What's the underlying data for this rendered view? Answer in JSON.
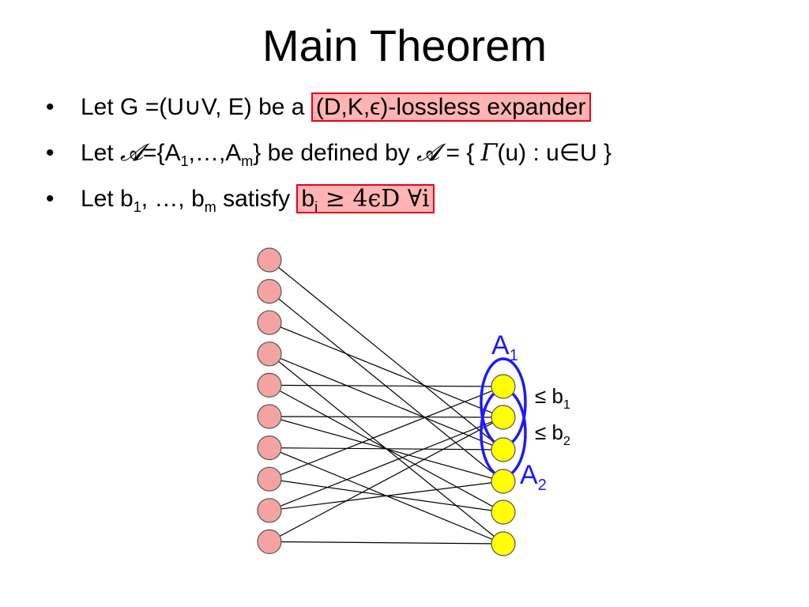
{
  "slide": {
    "title": "Main Theorem",
    "bullet_symbol": "•",
    "bullets": [
      {
        "prefix": "Let G =(U∪V, E) be a ",
        "highlight": "(D,K,ϵ)-lossless expander"
      },
      {
        "prefix": "Let ",
        "calA": "𝓐",
        "eq": "={A",
        "sub1": "1",
        "mid": ",…,A",
        "subm": "m",
        "rest": "} be defined by ",
        "calA2": "𝓐",
        "eq2": " = { ",
        "gamma": "Γ",
        "rest2": "(u) : u∈U }"
      },
      {
        "prefix": "Let b",
        "sub1": "1",
        "mid": ", …, b",
        "subm": "m",
        "rest": " satisfy ",
        "hl_b": "b",
        "hl_sub": "i",
        "hl_rel": " ≥ 4ϵD  ∀i"
      }
    ]
  },
  "diagram": {
    "left_color": "#f4a3a3",
    "right_color": "#ffff00",
    "ellipse_color": "#1a1aff",
    "edges": [
      [
        0,
        2
      ],
      [
        1,
        3
      ],
      [
        2,
        1
      ],
      [
        3,
        2
      ],
      [
        3,
        5
      ],
      [
        4,
        4
      ],
      [
        4,
        0
      ],
      [
        5,
        1
      ],
      [
        5,
        3
      ],
      [
        6,
        5
      ],
      [
        6,
        2
      ],
      [
        7,
        4
      ],
      [
        7,
        0
      ],
      [
        8,
        1
      ],
      [
        8,
        3
      ],
      [
        9,
        5
      ],
      [
        9,
        1
      ]
    ],
    "labels": {
      "A1": "A",
      "A1_sub": "1",
      "A2": "A",
      "A2_sub": "2",
      "bound1": "≤ b",
      "bound1_sub": "1",
      "bound2": "≤ b",
      "bound2_sub": "2"
    }
  }
}
